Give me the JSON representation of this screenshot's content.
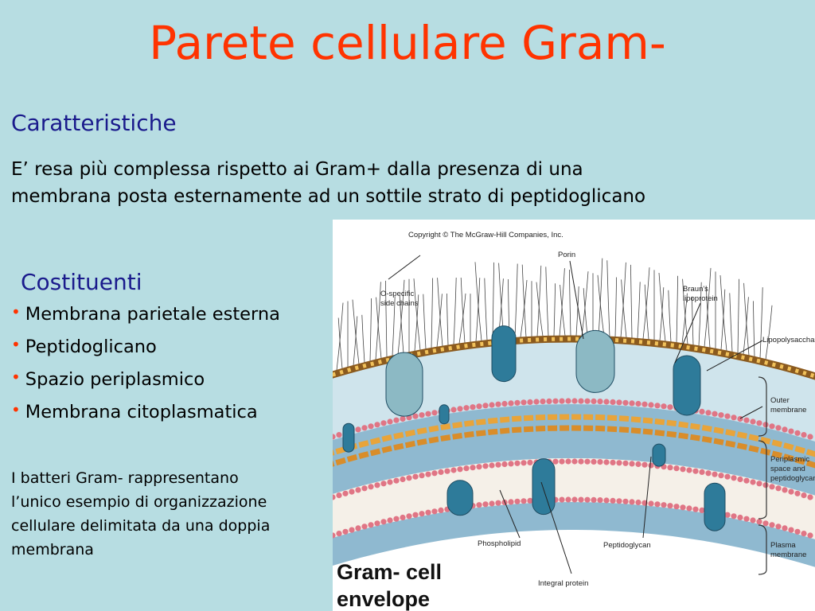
{
  "title": "Parete cellulare Gram-",
  "section1": {
    "heading": "Caratteristiche",
    "text_line1": "E’ resa più complessa rispetto ai Gram+ dalla presenza di una",
    "text_line2": "membrana posta esternamente ad un sottile strato di peptidoglicano"
  },
  "section2": {
    "heading": "Costituenti",
    "items": [
      "Membrana parietale esterna",
      "Peptidoglicano",
      "Spazio periplasmico",
      "Membrana citoplasmatica"
    ],
    "bullet_char": "•"
  },
  "note": {
    "line1": "I batteri Gram-  rappresentano",
    "line2": "l’unico esempio di organizzazione",
    "line3": "cellulare delimitata da una doppia",
    "line4": "membrana"
  },
  "figure": {
    "copyright": "Copyright © The McGraw-Hill Companies, Inc.",
    "labels": {
      "porin": "Porin",
      "o_specific_1": "O-specific",
      "o_specific_2": "side chains",
      "brauns_1": "Braun's",
      "brauns_2": "lipoprotein",
      "lps": "Lipopolysaccharide",
      "outer_1": "Outer",
      "outer_2": "membrane",
      "peri_1": "Periplasmic",
      "peri_2": "space and",
      "peri_3": "peptidoglycan",
      "plasma_1": "Plasma",
      "plasma_2": "membrane",
      "phospholipid": "Phospholipid",
      "peptidoglycan": "Peptidoglycan",
      "integral": "Integral protein"
    },
    "caption_line1": "Gram- cell",
    "caption_line2": "envelope"
  },
  "colors": {
    "background": "#b7dde2",
    "title": "#ff3300",
    "heading": "#1a1a8c",
    "bullet": "#ff3300"
  }
}
